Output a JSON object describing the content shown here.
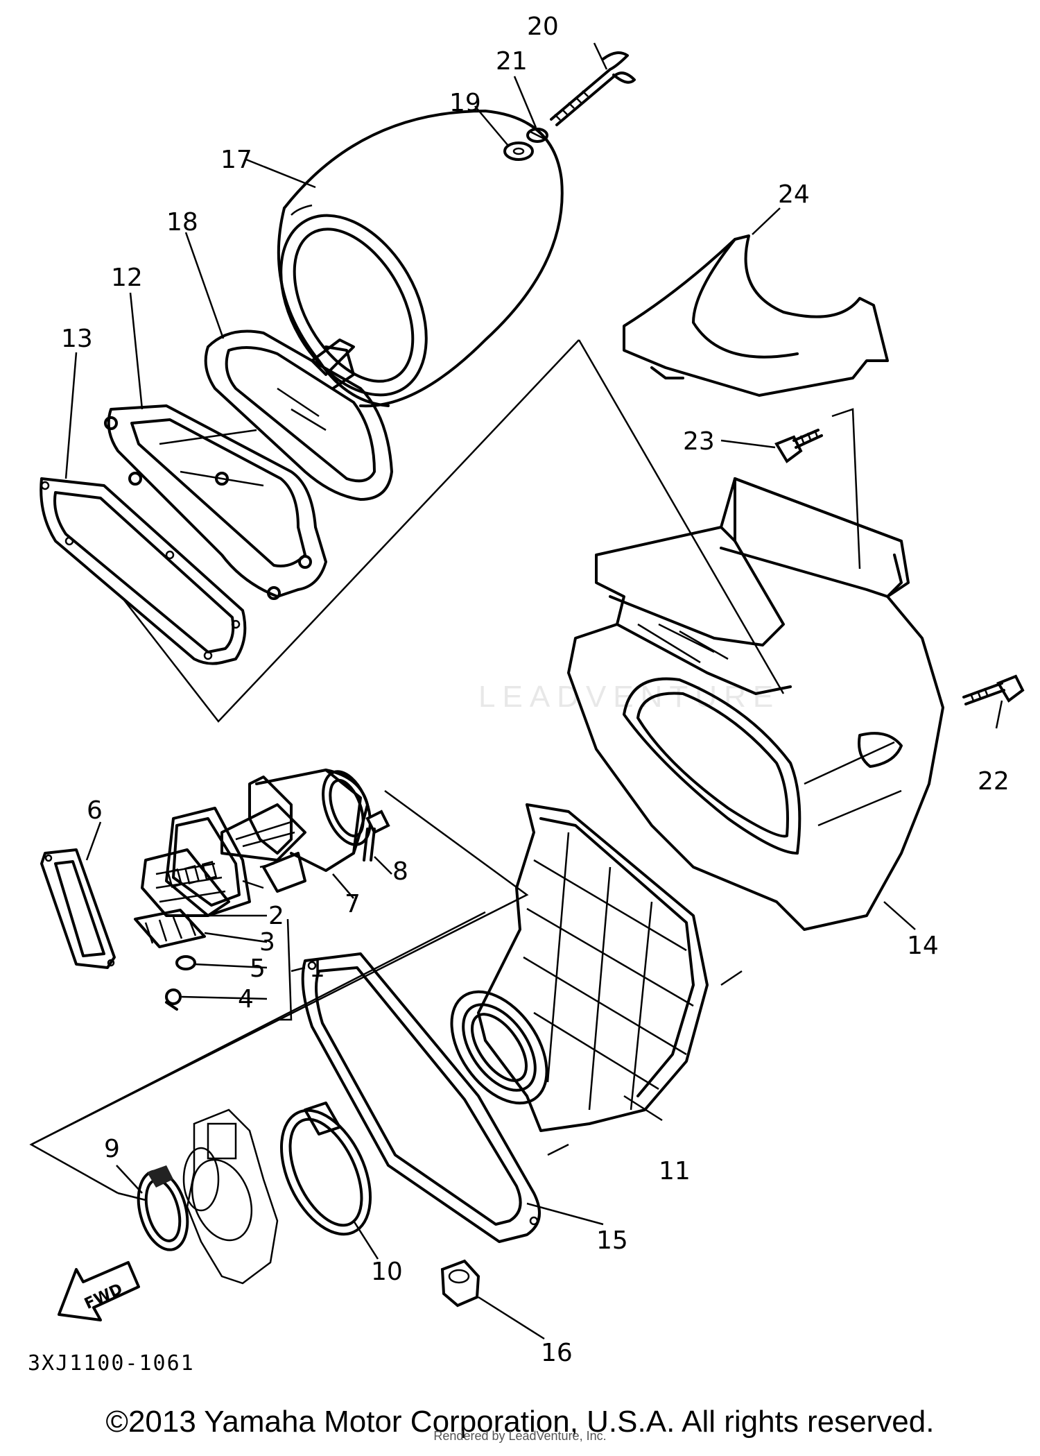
{
  "diagram": {
    "callouts": [
      "1",
      "2",
      "3",
      "4",
      "5",
      "6",
      "7",
      "8",
      "9",
      "10",
      "11",
      "12",
      "13",
      "14",
      "15",
      "16",
      "17",
      "18",
      "19",
      "20",
      "21",
      "22",
      "23",
      "24"
    ],
    "fwd_arrow": "FWD",
    "part_code": "3XJ1100-1061",
    "watermark": "LEADVENTURE"
  },
  "footer": {
    "copyright": "©2013 Yamaha Motor Corporation, U.S.A. All rights reserved.",
    "rendered_by": "Rendered by LeadVenture, Inc."
  }
}
